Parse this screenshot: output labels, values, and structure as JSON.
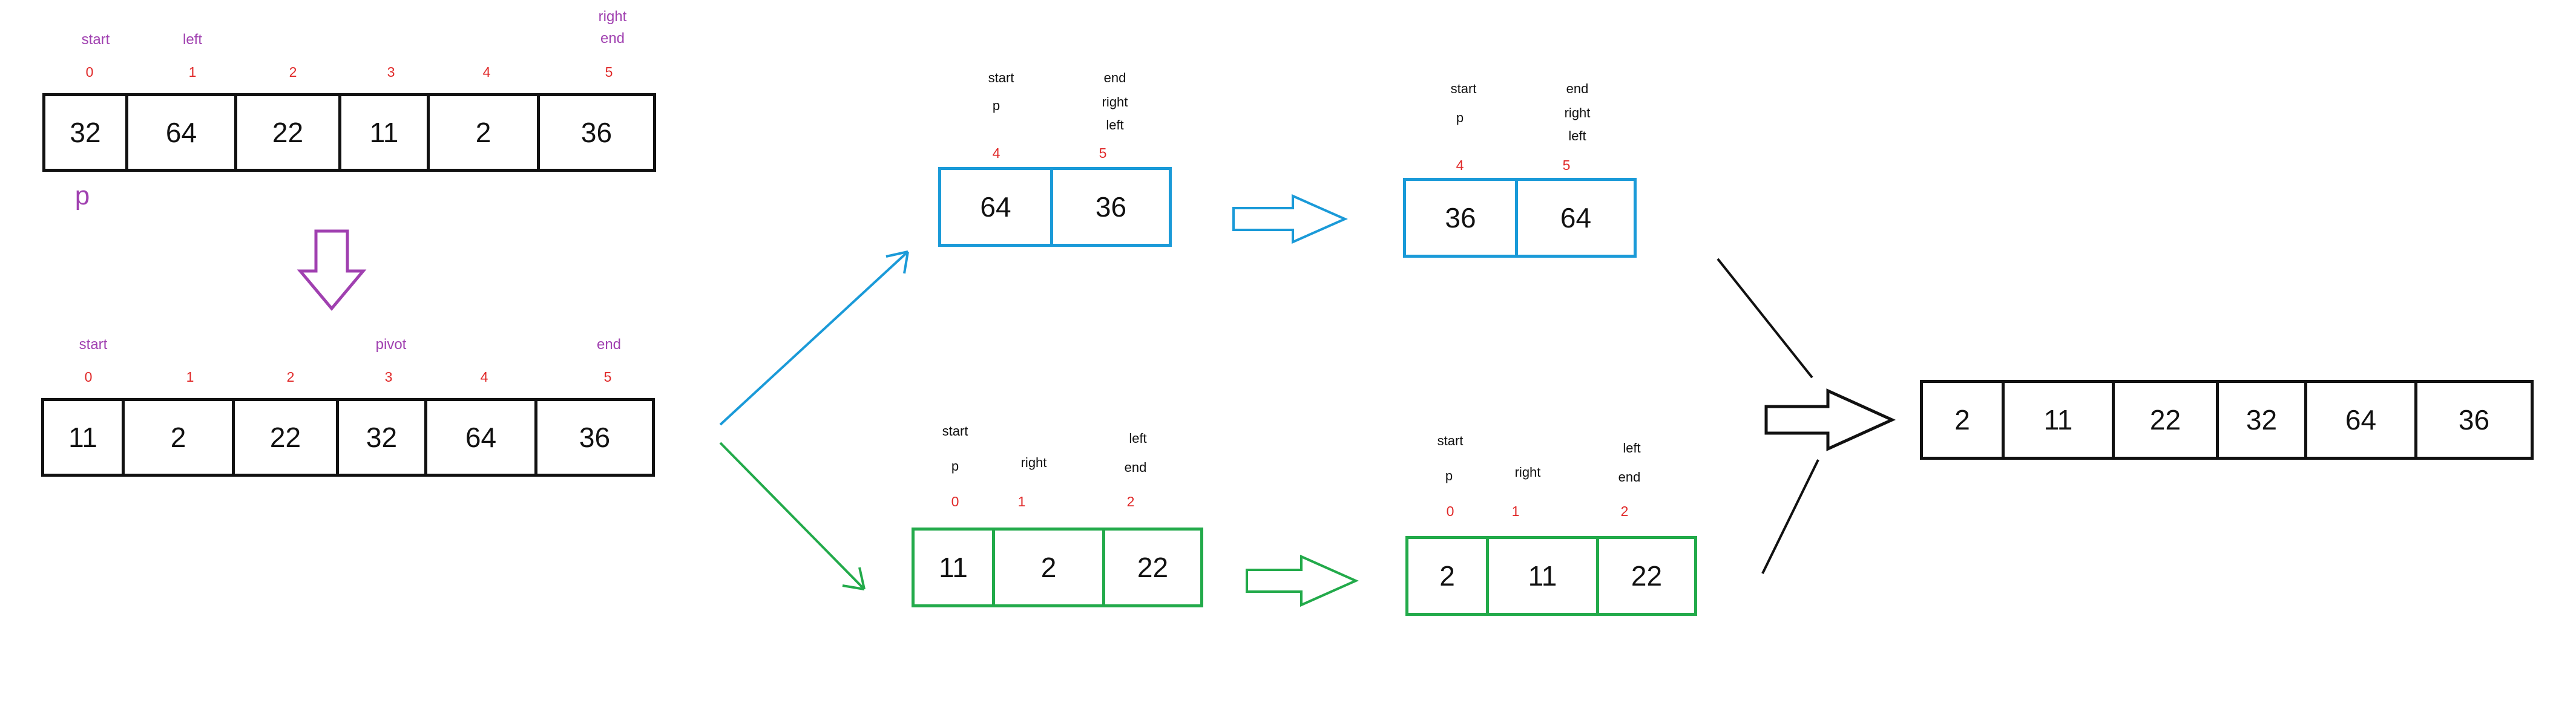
{
  "colors": {
    "black": "#111111",
    "blue": "#1a9ad8",
    "green": "#22aa4a",
    "purple": "#a040b0",
    "red": "#e02828"
  },
  "top_array": {
    "cells": [
      "32",
      "64",
      "22",
      "11",
      "2",
      "36"
    ],
    "indices": [
      "0",
      "1",
      "2",
      "3",
      "4",
      "5"
    ],
    "labels": {
      "start": "start",
      "left": "left",
      "right": "right",
      "end": "end",
      "p": "p"
    }
  },
  "second_array": {
    "cells": [
      "11",
      "2",
      "22",
      "32",
      "64",
      "36"
    ],
    "indices": [
      "0",
      "1",
      "2",
      "3",
      "4",
      "5"
    ],
    "labels": {
      "start": "start",
      "pivot": "pivot",
      "end": "end"
    }
  },
  "blue_array_1": {
    "cells": [
      "64",
      "36"
    ],
    "indices": [
      "4",
      "5"
    ],
    "labels": {
      "start": "start",
      "p": "p",
      "end": "end",
      "right": "right",
      "left": "left"
    }
  },
  "blue_array_2": {
    "cells": [
      "36",
      "64"
    ],
    "indices": [
      "4",
      "5"
    ],
    "labels": {
      "start": "start",
      "p": "p",
      "end": "end",
      "right": "right",
      "left": "left"
    }
  },
  "green_array_1": {
    "cells": [
      "11",
      "2",
      "22"
    ],
    "indices": [
      "0",
      "1",
      "2"
    ],
    "labels": {
      "start": "start",
      "p": "p",
      "right": "right",
      "left": "left",
      "end": "end"
    }
  },
  "green_array_2": {
    "cells": [
      "2",
      "11",
      "22"
    ],
    "indices": [
      "0",
      "1",
      "2"
    ],
    "labels": {
      "start": "start",
      "p": "p",
      "right": "right",
      "left": "left",
      "end": "end"
    }
  },
  "result_array": {
    "cells": [
      "2",
      "11",
      "22",
      "32",
      "64",
      "36"
    ]
  }
}
